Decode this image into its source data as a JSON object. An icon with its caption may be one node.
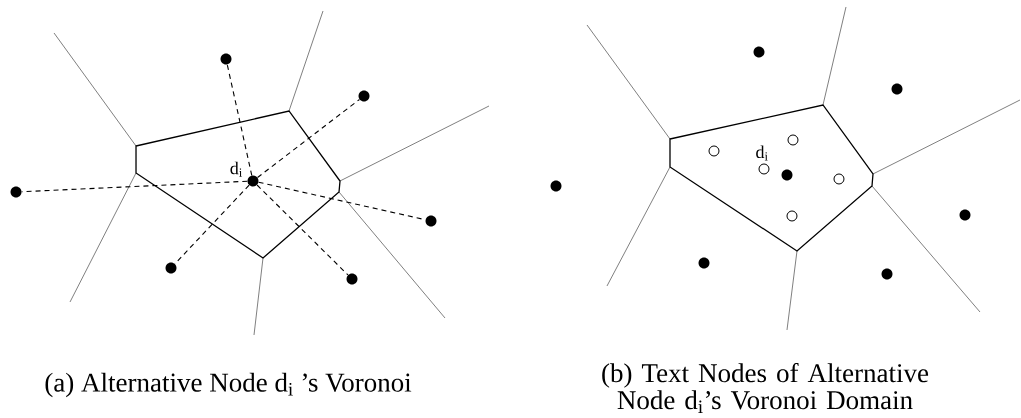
{
  "diagram": {
    "nodes": [
      {
        "text": [],
        "shape": "circle",
        "beside": [
          "d$_{i}$"
        ]
      },
      {
        "text": [],
        "shape": "circle"
      },
      {
        "text": [],
        "shape": "circle"
      },
      {
        "text": [],
        "shape": "circle"
      },
      {
        "text": [],
        "shape": "circle"
      },
      {
        "text": [],
        "shape": "circle"
      },
      {
        "text": [],
        "shape": "circle"
      },
      {
        "text": [],
        "shape": "circle"
      },
      {
        "text": [],
        "shape": "circle"
      },
      {
        "text": [],
        "shape": "circle"
      },
      {
        "text": [],
        "shape": "circle"
      },
      {
        "text": [],
        "shape": "circle"
      },
      {
        "text": [],
        "shape": "circle"
      },
      {
        "text": [],
        "shape": "circle"
      },
      {
        "text": [],
        "shape": "circle"
      },
      {
        "text": [],
        "shape": "circle"
      },
      {
        "text": [],
        "shape": "circle"
      },
      {
        "text": [],
        "shape": "circle"
      },
      {
        "text": [],
        "shape": "circle"
      }
    ],
    "edges": [
      {
        "from": 0,
        "to": 1,
        "arrow": "none",
        "style": "dashed"
      },
      {
        "from": 0,
        "to": 2,
        "arrow": "none",
        "style": "dashed"
      },
      {
        "from": 0,
        "to": 3,
        "arrow": "none",
        "style": "dashed"
      },
      {
        "from": 0,
        "to": 4,
        "arrow": "none",
        "style": "dashed"
      },
      {
        "from": 0,
        "to": 5,
        "arrow": "none",
        "style": "dashed"
      },
      {
        "from": 0,
        "to": 6,
        "arrow": "none",
        "style": "dashed"
      }
    ],
    "labels": [
      "d$_{i}$",
      "(a) Alternative Node d$_{i}$ ’s Voronoi",
      "(b) Text Nodes of Alternative Node d$_{i}$’s Voronoi Domain"
    ]
  }
}
